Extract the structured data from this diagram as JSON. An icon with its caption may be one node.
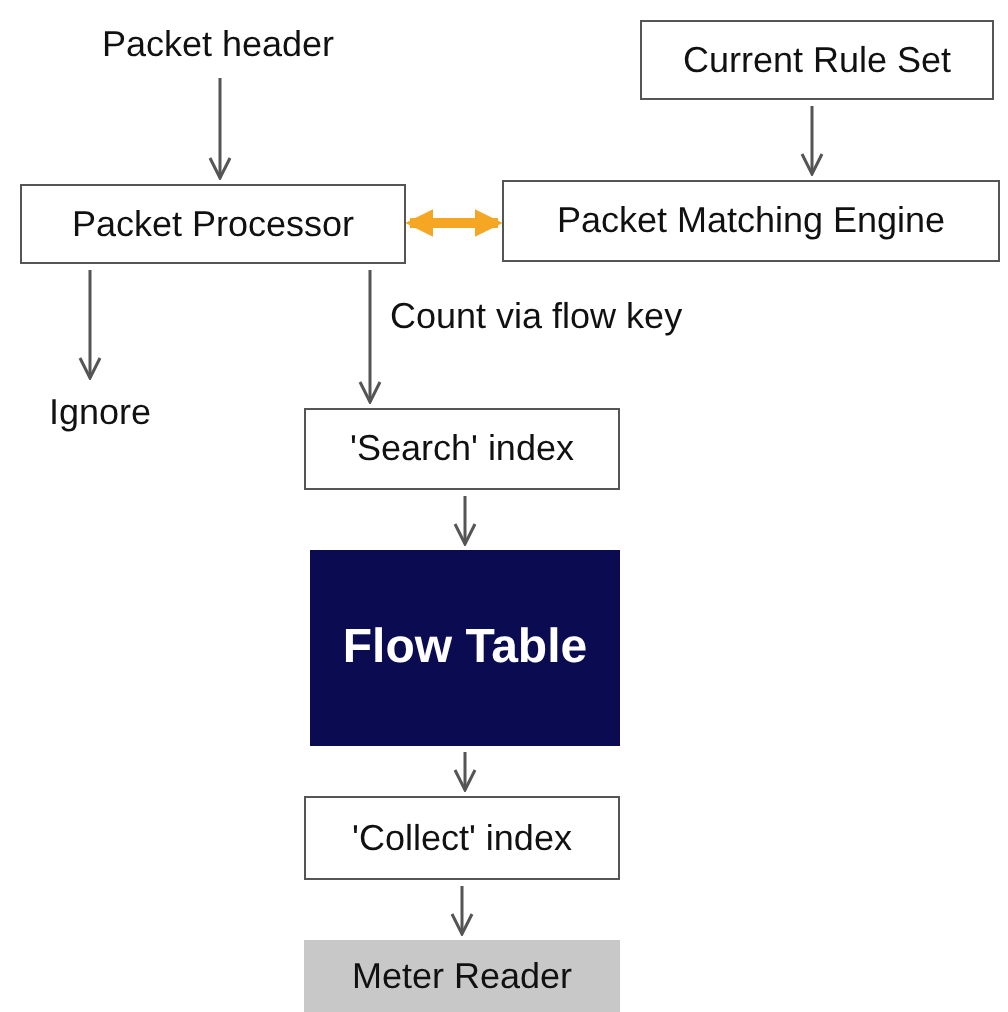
{
  "diagram": {
    "nodes": [
      {
        "text": [
          "Packet header"
        ]
      },
      {
        "text": [
          "Current Rule Set"
        ]
      },
      {
        "text": [
          "Packet Processor"
        ]
      },
      {
        "text": [
          "Packet Matching Engine"
        ]
      },
      {
        "text": [
          "Ignore"
        ]
      },
      {
        "text": [
          "'Search' index"
        ]
      },
      {
        "text": [
          "Flow Table"
        ]
      },
      {
        "text": [
          "'Collect' index"
        ]
      },
      {
        "text": [
          "Meter Reader"
        ]
      }
    ],
    "edges": [
      {
        "from": 0,
        "to": 2,
        "arrow": "to"
      },
      {
        "from": 1,
        "to": 3,
        "arrow": "to"
      },
      {
        "from": 2,
        "to": 3,
        "arrow": "both",
        "style": "thick",
        "color": "#f5a623"
      },
      {
        "from": 2,
        "to": 4,
        "arrow": "to"
      },
      {
        "from": 2,
        "to": 5,
        "arrow": "to",
        "label": "Count via flow key"
      },
      {
        "from": 5,
        "to": 6,
        "arrow": "to"
      },
      {
        "from": 6,
        "to": 7,
        "arrow": "to"
      },
      {
        "from": 7,
        "to": 8,
        "arrow": "to"
      }
    ]
  }
}
